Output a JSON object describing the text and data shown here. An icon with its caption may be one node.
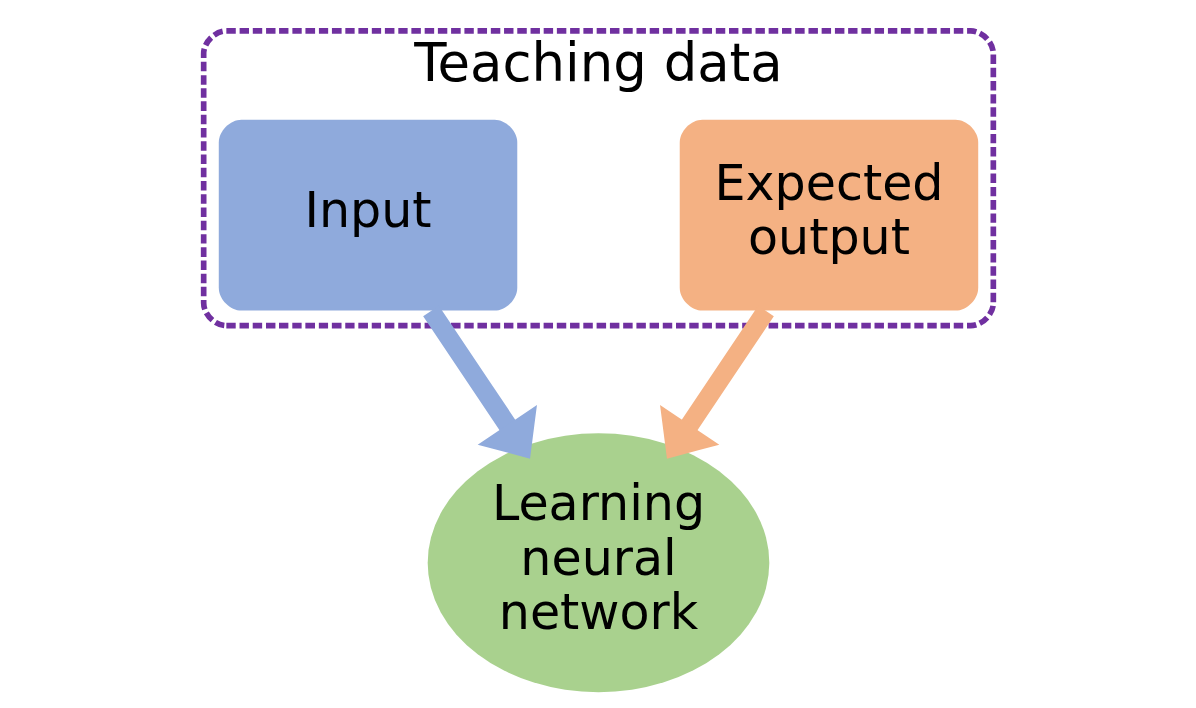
{
  "diagram": {
    "nodes": [
      {
        "text": [
          "Teaching data"
        ]
      },
      {
        "text": [
          "Input"
        ],
        "in": 0
      },
      {
        "text": [
          "Expected output"
        ],
        "in": 0
      },
      {
        "text": [
          "Learning neural network"
        ]
      }
    ],
    "edges": [
      {
        "from": 1,
        "to": 3,
        "arrow": "to",
        "color": "#8faadc"
      },
      {
        "from": 2,
        "to": 3,
        "arrow": "to",
        "color": "#f4b183"
      }
    ]
  }
}
